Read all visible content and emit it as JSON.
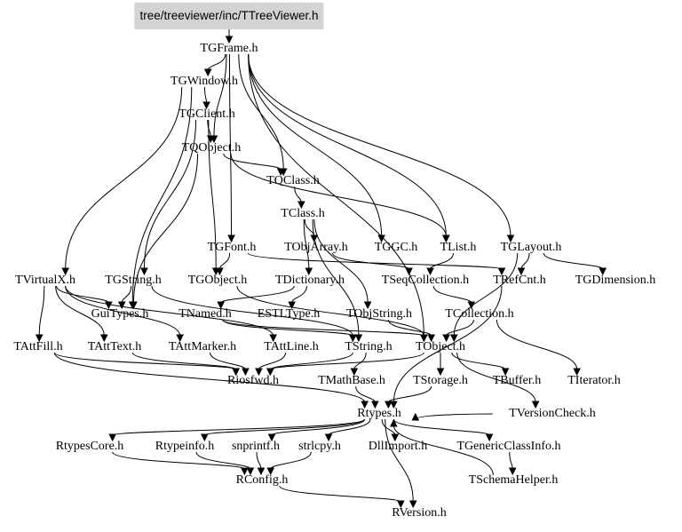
{
  "graph": {
    "type": "include-dependency-graph",
    "root": "tree/treeviewer/inc/TTreeViewer.h",
    "colors": {
      "root_fill": "#d3d3d3",
      "edge": "#000000",
      "background": "#ffffff"
    },
    "nodes": [
      {
        "id": "root",
        "label": "tree/treeviewer/inc/TTreeViewer.h",
        "root": true
      },
      {
        "id": "TGFrame",
        "label": "TGFrame.h"
      },
      {
        "id": "TGWindow",
        "label": "TGWindow.h"
      },
      {
        "id": "TGClient",
        "label": "TGClient.h"
      },
      {
        "id": "TQObject",
        "label": "TQObject.h"
      },
      {
        "id": "TQClass",
        "label": "TQClass.h"
      },
      {
        "id": "TClass",
        "label": "TClass.h"
      },
      {
        "id": "TGFont",
        "label": "TGFont.h"
      },
      {
        "id": "TObjArray",
        "label": "TObjArray.h"
      },
      {
        "id": "TGGC",
        "label": "TGGC.h"
      },
      {
        "id": "TList",
        "label": "TList.h"
      },
      {
        "id": "TGLayout",
        "label": "TGLayout.h"
      },
      {
        "id": "TVirtualX",
        "label": "TVirtualX.h"
      },
      {
        "id": "TGString",
        "label": "TGString.h"
      },
      {
        "id": "TGObject",
        "label": "TGObject.h"
      },
      {
        "id": "TDictionary",
        "label": "TDictionary.h"
      },
      {
        "id": "TSeqCollection",
        "label": "TSeqCollection.h"
      },
      {
        "id": "TRefCnt",
        "label": "TRefCnt.h"
      },
      {
        "id": "TGDimension",
        "label": "TGDimension.h"
      },
      {
        "id": "GuiTypes",
        "label": "GuiTypes.h"
      },
      {
        "id": "TNamed",
        "label": "TNamed.h"
      },
      {
        "id": "ESTLType",
        "label": "ESTLType.h"
      },
      {
        "id": "TObjString",
        "label": "TObjString.h"
      },
      {
        "id": "TCollection",
        "label": "TCollection.h"
      },
      {
        "id": "TAttFill",
        "label": "TAttFill.h"
      },
      {
        "id": "TAttText",
        "label": "TAttText.h"
      },
      {
        "id": "TAttMarker",
        "label": "TAttMarker.h"
      },
      {
        "id": "TAttLine",
        "label": "TAttLine.h"
      },
      {
        "id": "TString",
        "label": "TString.h"
      },
      {
        "id": "TObject",
        "label": "TObject.h"
      },
      {
        "id": "Riosfwd",
        "label": "Riosfwd.h"
      },
      {
        "id": "TMathBase",
        "label": "TMathBase.h"
      },
      {
        "id": "TStorage",
        "label": "TStorage.h"
      },
      {
        "id": "TBuffer",
        "label": "TBuffer.h"
      },
      {
        "id": "TIterator",
        "label": "TIterator.h"
      },
      {
        "id": "Rtypes",
        "label": "Rtypes.h"
      },
      {
        "id": "TVersionCheck",
        "label": "TVersionCheck.h"
      },
      {
        "id": "RtypesCore",
        "label": "RtypesCore.h"
      },
      {
        "id": "Rtypeinfo",
        "label": "Rtypeinfo.h"
      },
      {
        "id": "snprintf",
        "label": "snprintf.h"
      },
      {
        "id": "strlcpy",
        "label": "strlcpy.h"
      },
      {
        "id": "DllImport",
        "label": "DllImport.h"
      },
      {
        "id": "TGenericClassInfo",
        "label": "TGenericClassInfo.h"
      },
      {
        "id": "RConfig",
        "label": "RConfig.h"
      },
      {
        "id": "TSchemaHelper",
        "label": "TSchemaHelper.h"
      },
      {
        "id": "RVersion",
        "label": "RVersion.h"
      }
    ],
    "edges": [
      [
        "root",
        "TGFrame"
      ],
      [
        "TGFrame",
        "TGWindow"
      ],
      [
        "TGFrame",
        "TQObject"
      ],
      [
        "TGFrame",
        "TGFont"
      ],
      [
        "TGFrame",
        "TGGC"
      ],
      [
        "TGFrame",
        "TGLayout"
      ],
      [
        "TGFrame",
        "TList"
      ],
      [
        "TGFrame",
        "TQClass"
      ],
      [
        "TGFrame",
        "TObject"
      ],
      [
        "TGWindow",
        "TGClient"
      ],
      [
        "TGWindow",
        "TVirtualX"
      ],
      [
        "TGWindow",
        "GuiTypes"
      ],
      [
        "TGClient",
        "TQObject"
      ],
      [
        "TGClient",
        "TGObject"
      ],
      [
        "TGClient",
        "TGString"
      ],
      [
        "TQObject",
        "TQClass"
      ],
      [
        "TQObject",
        "TList"
      ],
      [
        "TQObject",
        "GuiTypes"
      ],
      [
        "TQClass",
        "TClass"
      ],
      [
        "TClass",
        "TObjArray"
      ],
      [
        "TClass",
        "TDictionary"
      ],
      [
        "TClass",
        "TObjString"
      ],
      [
        "TClass",
        "TString"
      ],
      [
        "TGFont",
        "TGObject"
      ],
      [
        "TGFont",
        "TRefCnt"
      ],
      [
        "TObjArray",
        "TSeqCollection"
      ],
      [
        "TList",
        "TSeqCollection"
      ],
      [
        "TGLayout",
        "TGDimension"
      ],
      [
        "TGLayout",
        "TRefCnt"
      ],
      [
        "TGLayout",
        "TObject"
      ],
      [
        "TVirtualX",
        "GuiTypes"
      ],
      [
        "TVirtualX",
        "TAttFill"
      ],
      [
        "TVirtualX",
        "TAttText"
      ],
      [
        "TVirtualX",
        "TAttMarker"
      ],
      [
        "TVirtualX",
        "TAttLine"
      ],
      [
        "TGString",
        "GuiTypes"
      ],
      [
        "TGString",
        "TString"
      ],
      [
        "TGObject",
        "TObject"
      ],
      [
        "TDictionary",
        "TNamed"
      ],
      [
        "TDictionary",
        "ESTLType"
      ],
      [
        "TSeqCollection",
        "TCollection"
      ],
      [
        "TCollection",
        "TObject"
      ],
      [
        "TCollection",
        "TIterator"
      ],
      [
        "TNamed",
        "TObject"
      ],
      [
        "TNamed",
        "TString"
      ],
      [
        "TObjString",
        "TObject"
      ],
      [
        "TAttFill",
        "Riosfwd"
      ],
      [
        "TAttFill",
        "Rtypes"
      ],
      [
        "TAttText",
        "Riosfwd"
      ],
      [
        "TAttMarker",
        "Riosfwd"
      ],
      [
        "TAttLine",
        "Riosfwd"
      ],
      [
        "TString",
        "Riosfwd"
      ],
      [
        "TString",
        "TMathBase"
      ],
      [
        "TObject",
        "TStorage"
      ],
      [
        "TObject",
        "TBuffer"
      ],
      [
        "TObject",
        "TVersionCheck"
      ],
      [
        "TObject",
        "Riosfwd"
      ],
      [
        "TMathBase",
        "Rtypes"
      ],
      [
        "TStorage",
        "Rtypes"
      ],
      [
        "TVersionCheck",
        "Rtypes"
      ],
      [
        "TRefCnt",
        "Rtypes"
      ],
      [
        "TSchemaHelper",
        "Rtypes"
      ],
      [
        "Rtypes",
        "RtypesCore"
      ],
      [
        "Rtypes",
        "Rtypeinfo"
      ],
      [
        "Rtypes",
        "snprintf"
      ],
      [
        "Rtypes",
        "strlcpy"
      ],
      [
        "Rtypes",
        "DllImport"
      ],
      [
        "Rtypes",
        "TGenericClassInfo"
      ],
      [
        "Rtypes",
        "RVersion"
      ],
      [
        "TGenericClassInfo",
        "TSchemaHelper"
      ],
      [
        "RtypesCore",
        "RConfig"
      ],
      [
        "Rtypeinfo",
        "RConfig"
      ],
      [
        "snprintf",
        "RConfig"
      ],
      [
        "strlcpy",
        "RConfig"
      ],
      [
        "RConfig",
        "RVersion"
      ]
    ]
  }
}
